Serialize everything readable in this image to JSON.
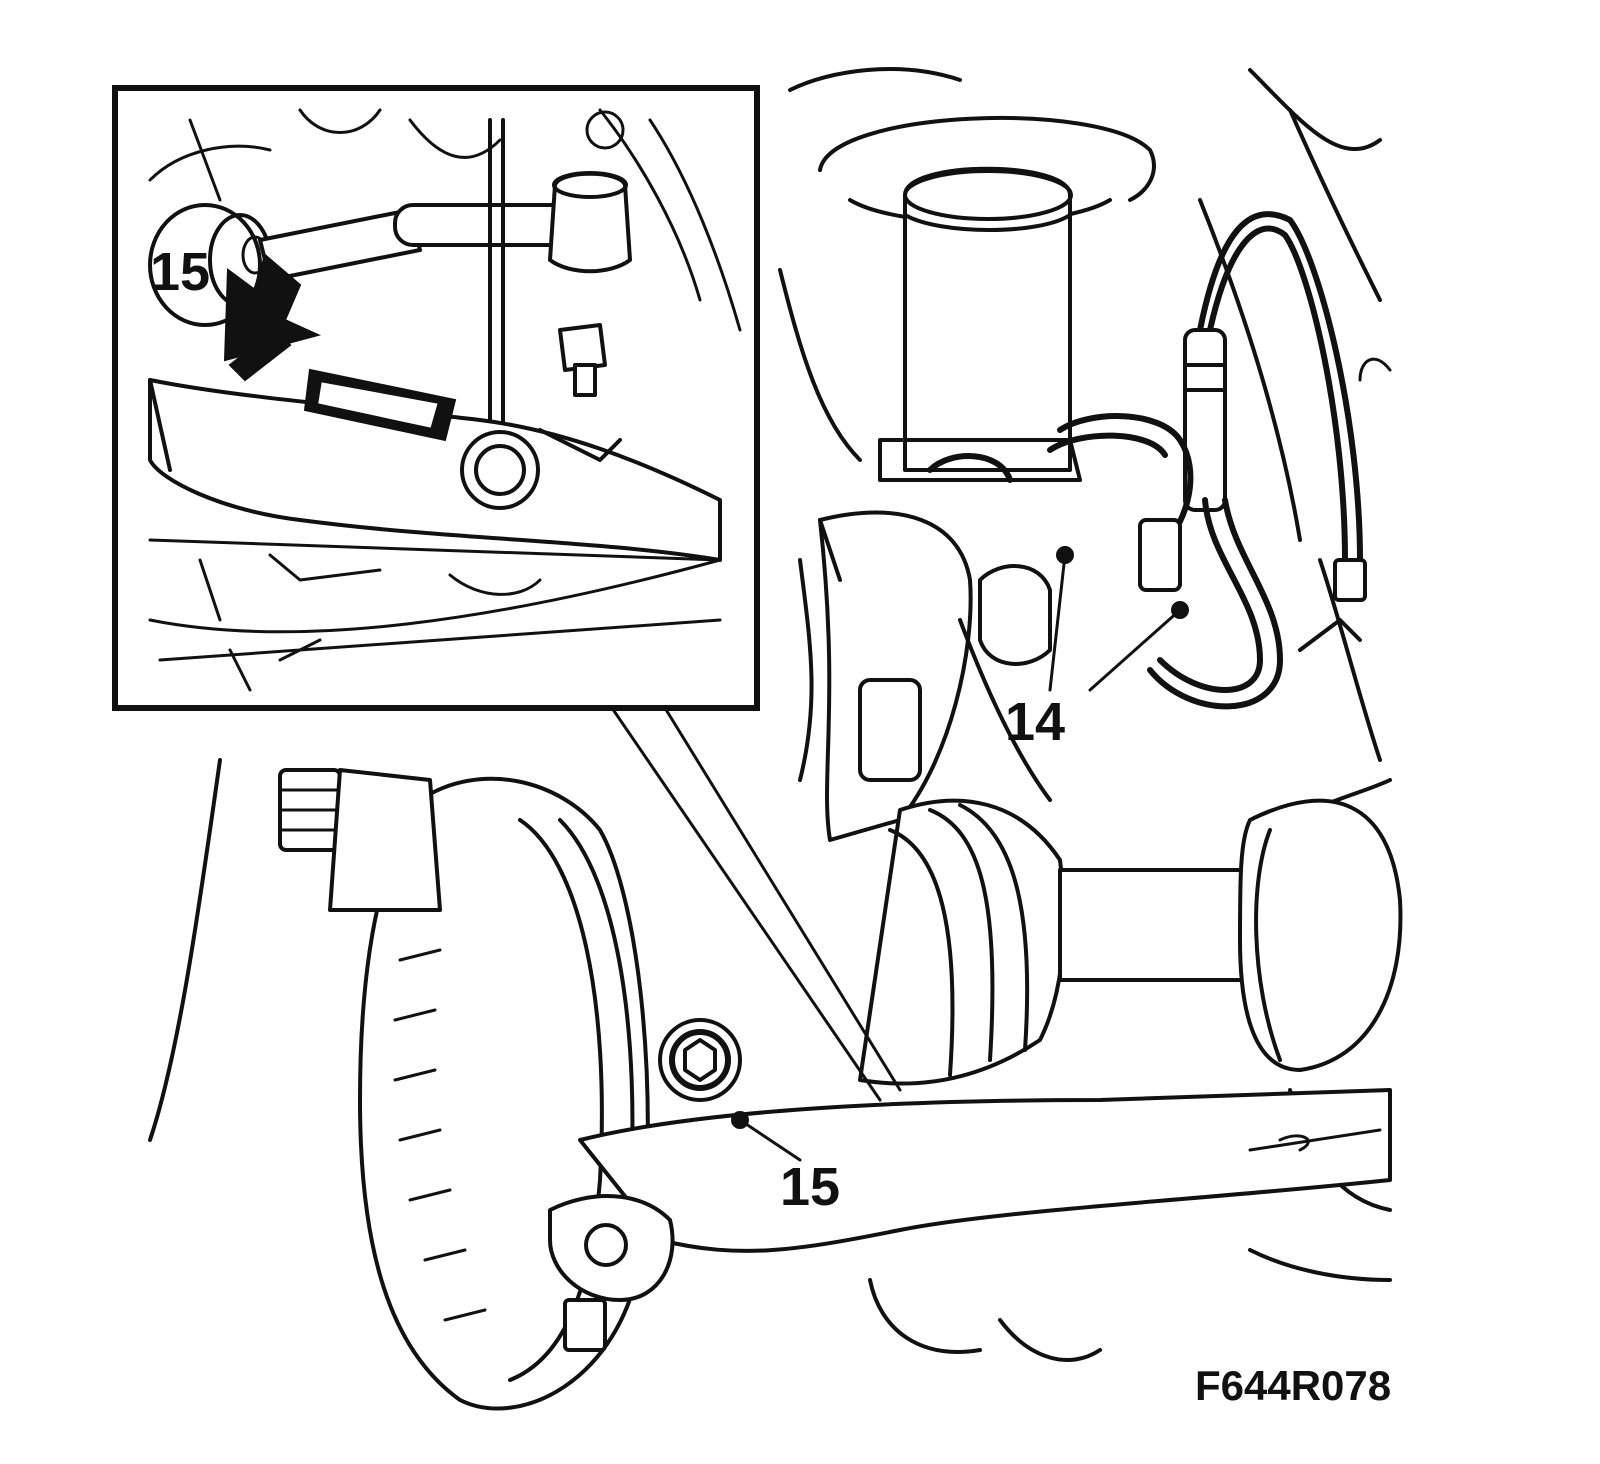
{
  "figure_id": "F644R078",
  "callouts": {
    "inset_15": "15",
    "main_14": "14",
    "main_15": "15"
  },
  "colors": {
    "line": "#111111",
    "background": "#ffffff"
  }
}
